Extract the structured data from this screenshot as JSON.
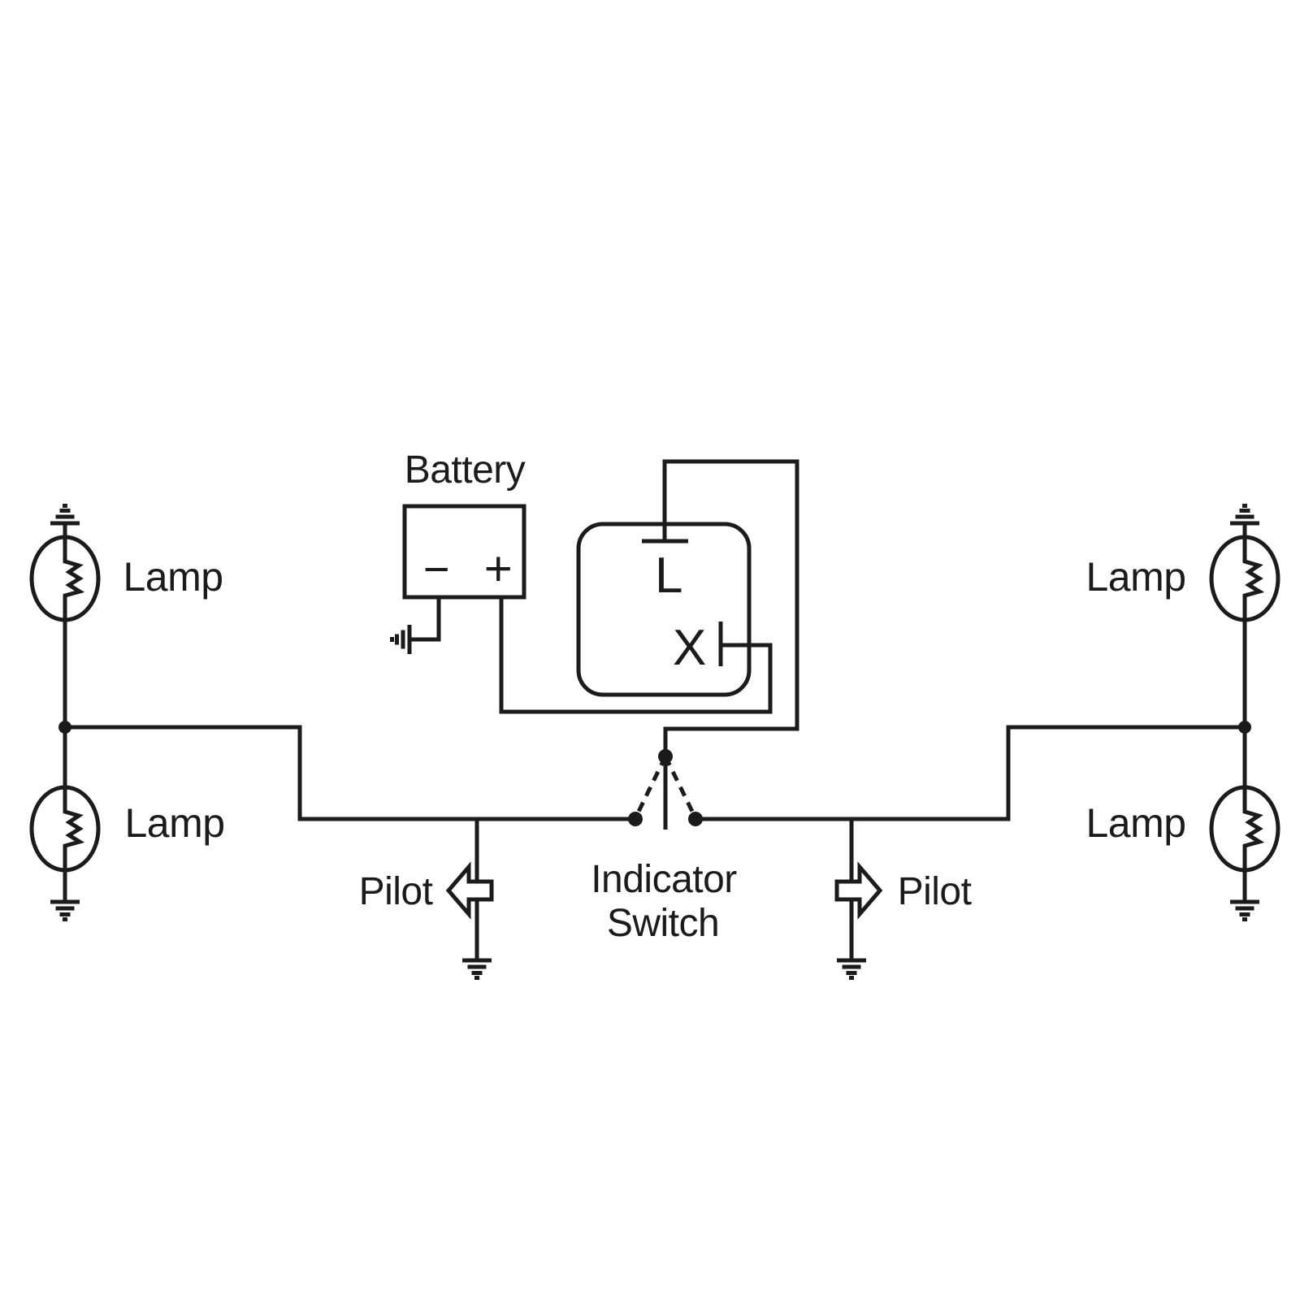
{
  "labels": {
    "battery": "Battery",
    "battery_minus": "−",
    "battery_plus": "+",
    "relay_l": "L",
    "relay_x": "X",
    "lamp_top_left": "Lamp",
    "lamp_bottom_left": "Lamp",
    "lamp_top_right": "Lamp",
    "lamp_bottom_right": "Lamp",
    "pilot_left": "Pilot",
    "pilot_right": "Pilot",
    "switch_line1": "Indicator",
    "switch_line2": "Switch"
  },
  "colors": {
    "line": "#1b1b1b",
    "background": "#ffffff"
  }
}
